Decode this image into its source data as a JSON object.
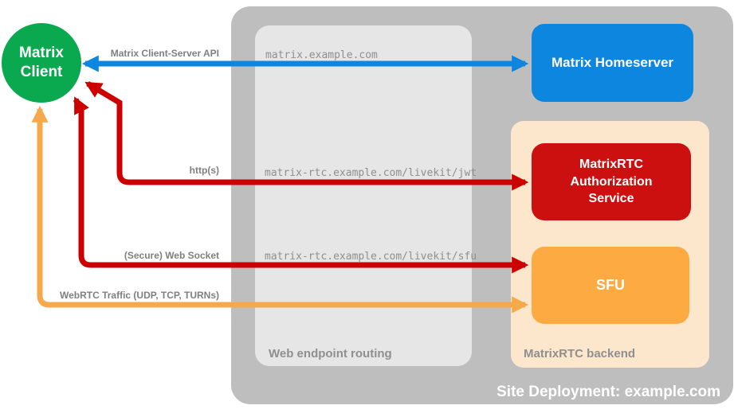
{
  "deployment": {
    "title": "Site Deployment: example.com"
  },
  "nodes": {
    "client": {
      "line1": "Matrix",
      "line2": "Client"
    },
    "homeserver": {
      "label": "Matrix Homeserver"
    },
    "auth_service": {
      "label": "MatrixRTC Authorization Service"
    },
    "sfu": {
      "label": "SFU"
    }
  },
  "groups": {
    "web_endpoint_routing": {
      "label": "Web endpoint routing"
    },
    "matrixrtc_backend": {
      "label": "MatrixRTC backend"
    }
  },
  "connections": [
    {
      "label": "Matrix Client-Server API",
      "endpoint": "matrix.example.com",
      "color": "#0d86e0"
    },
    {
      "label": "http(s)",
      "endpoint": "matrix-rtc.example.com/livekit/jwt",
      "color": "#cc0000"
    },
    {
      "label": "(Secure) Web Socket",
      "endpoint": "matrix-rtc.example.com/livekit/sfu",
      "color": "#cc0000"
    },
    {
      "label": "WebRTC Traffic (UDP, TCP, TURNs)",
      "endpoint": "",
      "color": "#f5a94b"
    }
  ],
  "colors": {
    "client_green": "#0aa84f",
    "homeserver_blue": "#0d86e0",
    "auth_red": "#cc1010",
    "sfu_orange": "#fcaa41",
    "backend_peach": "#fce7cd",
    "site_gray": "#bebebe",
    "routing_gray": "#e6e6e6",
    "label_gray": "#7f7f7f"
  }
}
